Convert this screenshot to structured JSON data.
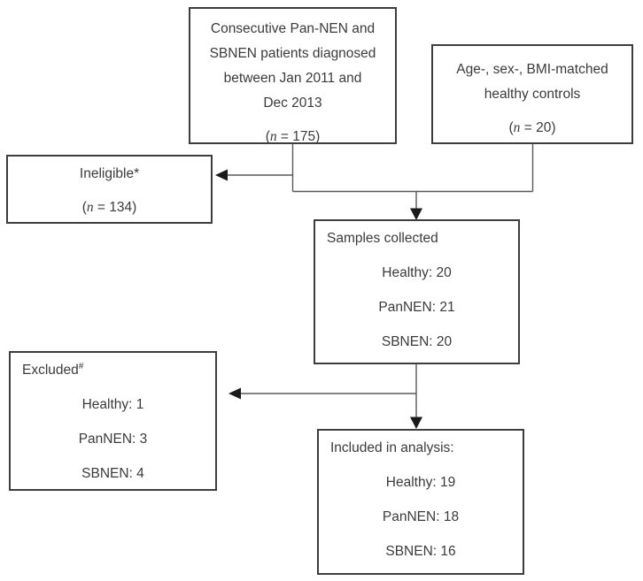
{
  "boxes": {
    "eligible": {
      "lines": [
        "Consecutive Pan-NEN and",
        "SBNEN patients diagnosed",
        "between Jan 2011 and",
        "Dec 2013"
      ],
      "n": {
        "open": "(",
        "symbol": "n",
        "rest": " = 175)"
      }
    },
    "controls": {
      "lines": [
        "Age-, sex-, BMI-matched",
        "healthy controls"
      ],
      "n": {
        "open": "(",
        "symbol": "n",
        "rest": " = 20)"
      }
    },
    "ineligible": {
      "title": "Ineligible*",
      "n": {
        "open": "(",
        "symbol": "n",
        "rest": " = 134)"
      }
    },
    "samples": {
      "header": "Samples collected",
      "items": [
        "Healthy: 20",
        "PanNEN: 21",
        "SBNEN: 20"
      ]
    },
    "excluded": {
      "header": "Excluded",
      "header_sup": "#",
      "items": [
        "Healthy: 1",
        "PanNEN: 3",
        "SBNEN: 4"
      ]
    },
    "included": {
      "header": "Included in analysis:",
      "items": [
        "Healthy: 19",
        "PanNEN: 18",
        "SBNEN: 16"
      ]
    }
  },
  "colors": {
    "background": "#ffffff",
    "box_border": "#3d3d3d",
    "connector_line": "#595959",
    "arrowhead": "#1a1a1a",
    "text": "#3b3b3b"
  }
}
